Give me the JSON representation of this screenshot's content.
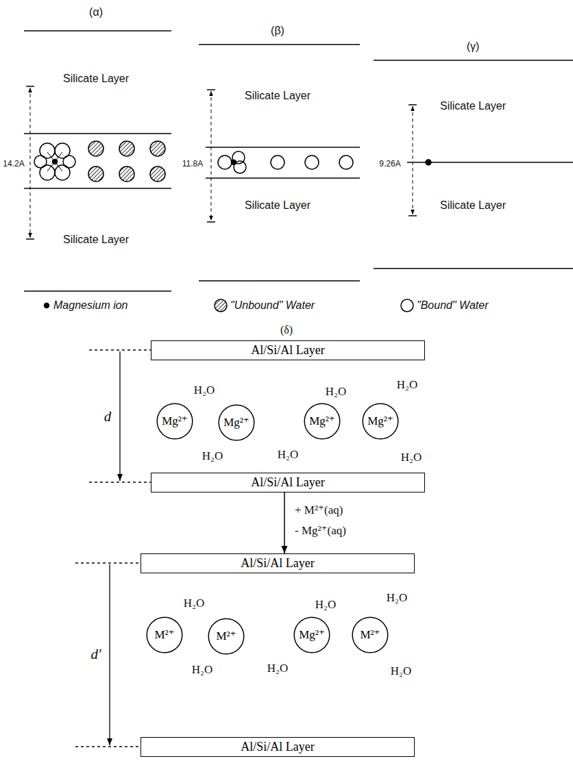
{
  "diagram": {
    "nodes": [
      {
        "text": [
          "Al/Si/Al Layer"
        ]
      },
      {
        "text": [
          "Mg²⁺"
        ]
      },
      {
        "text": [
          "Mg²⁺"
        ]
      },
      {
        "text": [
          "Mg²⁺"
        ]
      },
      {
        "text": [
          "Mg²⁺"
        ]
      },
      {
        "text": [
          "Al/Si/Al Layer"
        ]
      },
      {
        "text": [
          "Al/Si/Al Layer"
        ]
      },
      {
        "text": [
          "M²⁺"
        ]
      },
      {
        "text": [
          "M²⁺"
        ]
      },
      {
        "text": [
          "Mg²⁺"
        ]
      },
      {
        "text": [
          "M²⁺"
        ]
      },
      {
        "text": [
          "Al/Si/Al Layer"
        ]
      }
    ],
    "edges": [
      {
        "from": 5,
        "to": 6,
        "arrow": "to"
      }
    ],
    "labels": [
      "(α)",
      "Silicate Layer",
      "14.2A",
      "Silicate Layer",
      "(β)",
      "Silicate Layer",
      "11.8A",
      "Silicate Layer",
      "(γ)",
      "Silicate Layer",
      "9.26A",
      "Silicate Layer",
      "(δ)",
      "H₂O",
      "H₂O",
      "H₂O",
      "H₂O",
      "H₂O",
      "H₂O",
      "d",
      "+ M²⁺(aq)",
      "- Mg²⁺(aq)",
      "d′",
      "H₂O",
      "H₂O",
      "H₂O",
      "H₂O",
      "H₂O",
      "H₂O"
    ],
    "legend": [
      {
        "text": "Magnesium ion"
      },
      {
        "text": "\"Unbound\" Water"
      },
      {
        "text": "\"Bound\" Water"
      }
    ]
  }
}
